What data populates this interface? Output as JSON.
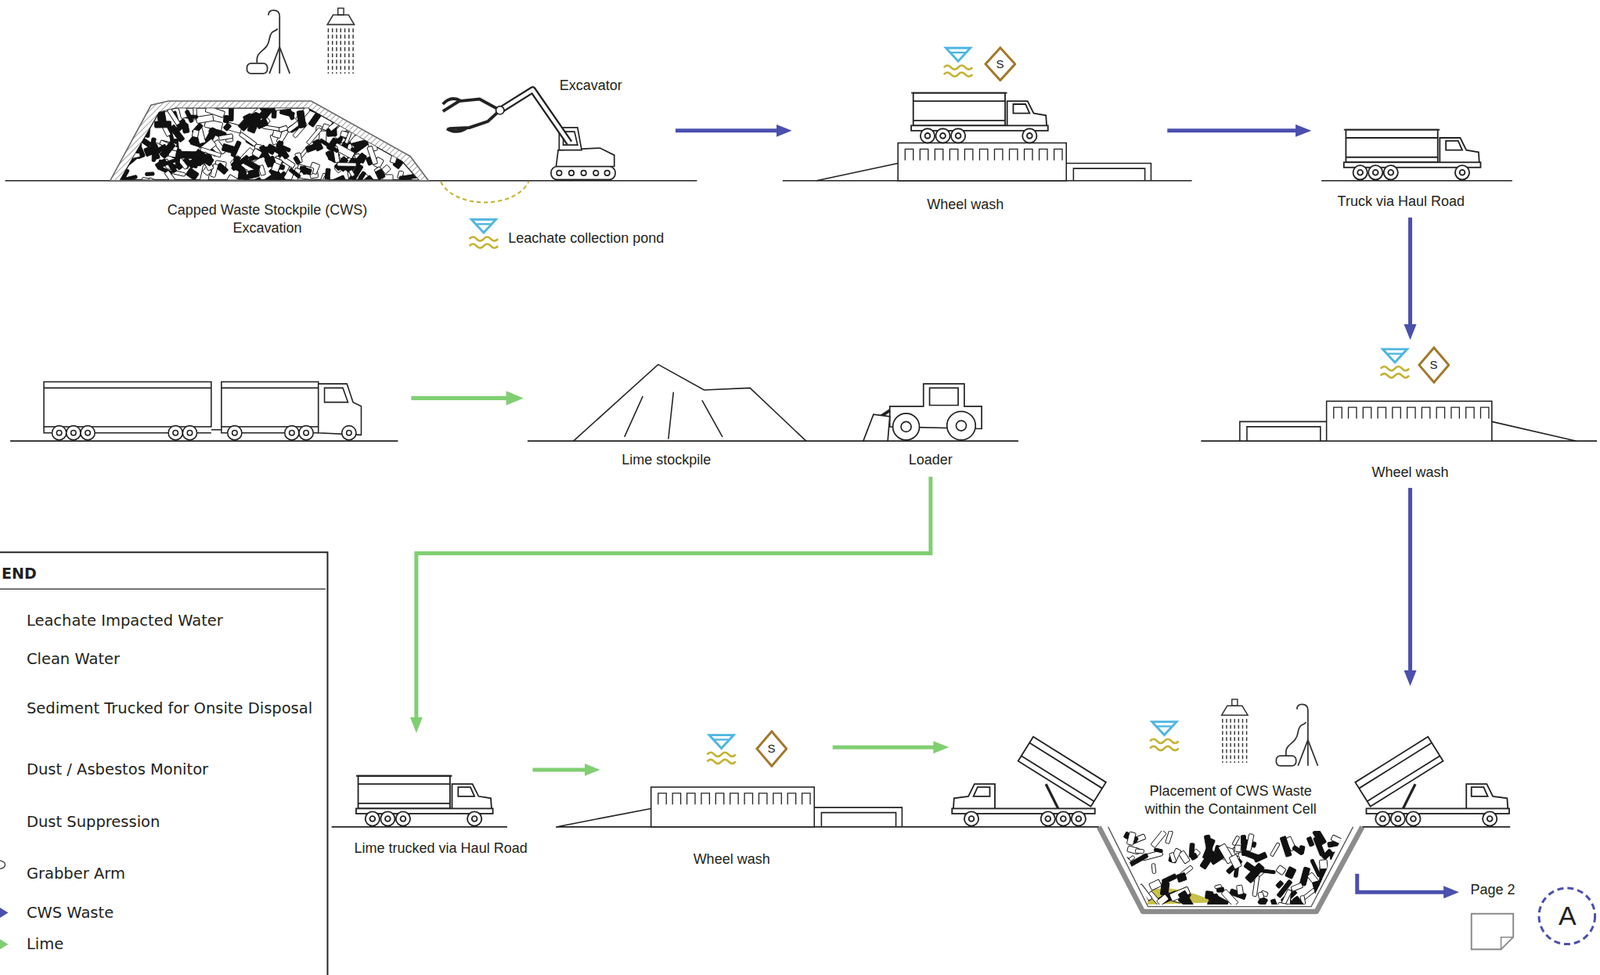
{
  "diagram": {
    "nodes": [
      {
        "text": [
          "Capped Waste Stockpile (CWS) Excavation"
        ]
      },
      {
        "text": [
          "Excavator"
        ]
      },
      {
        "text": [
          "Wheel wash"
        ]
      },
      {
        "text": [
          "S"
        ],
        "in": 2
      },
      {
        "text": [
          "Truck via Haul Road"
        ]
      },
      {
        "text": [
          "Lime stockpile"
        ]
      },
      {
        "text": [
          "Loader"
        ]
      },
      {
        "text": [
          "Wheel wash"
        ]
      },
      {
        "text": [
          "S"
        ],
        "in": 7
      },
      {
        "text": [
          "Lime trucked via Haul Road"
        ]
      },
      {
        "text": [
          "Wheel wash"
        ]
      },
      {
        "text": [
          "S"
        ],
        "in": 10
      },
      {
        "text": [
          "Placement of CWS Waste within the Containment Cell"
        ]
      },
      {
        "text": [
          "Page 2"
        ]
      },
      {
        "text": [
          "A"
        ]
      }
    ],
    "edges": [
      {
        "from": 1,
        "to": 2,
        "arrow": "to"
      },
      {
        "from": 2,
        "to": 4,
        "arrow": "to"
      },
      {
        "from": 4,
        "to": 7,
        "arrow": "to"
      },
      {
        "from": 7,
        "to": 12,
        "arrow": "to"
      },
      {
        "from": 6,
        "to": 9,
        "arrow": "to"
      },
      {
        "from": 9,
        "to": 10,
        "arrow": "to"
      },
      {
        "from": 10,
        "to": 12,
        "arrow": "to"
      },
      {
        "from": 12,
        "to": 13,
        "arrow": "to"
      }
    ],
    "labels": [
      "Leachate collection pond",
      "END"
    ],
    "legend": [
      {
        "text": "Leachate Impacted Water"
      },
      {
        "text": "Clean Water"
      },
      {
        "text": "Sediment Trucked for Onsite Disposal"
      },
      {
        "text": "Dust / Asbestos Monitor"
      },
      {
        "text": "Dust Suppression"
      },
      {
        "text": "Grabber Arm"
      },
      {
        "text": "CWS Waste"
      },
      {
        "text": "Lime"
      }
    ]
  }
}
